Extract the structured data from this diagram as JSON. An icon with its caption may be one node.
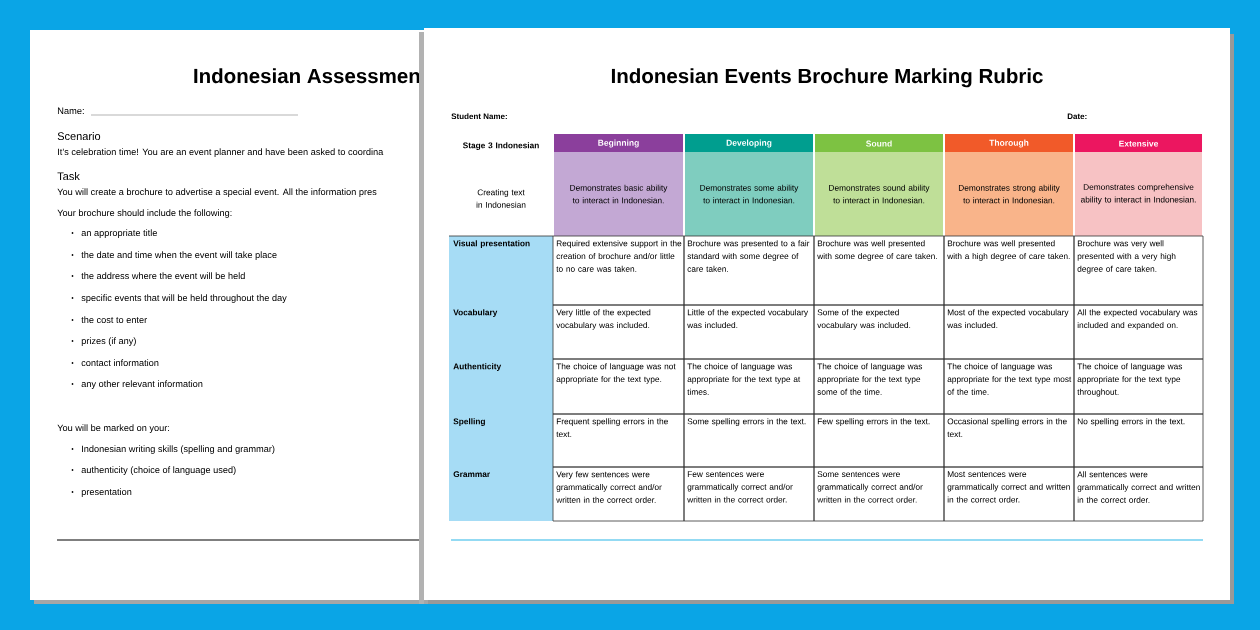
{
  "diagram": {
    "title": "Indonesian Events Brochure Marking Rubric",
    "labels": [
      "Indonesian Assessmen",
      "Name:",
      "Scenario",
      "It’s celebration time! You are an event planner and have been asked to coordina",
      "Task",
      "You will create a brochure to advertise a special event. All the information pres",
      "Your brochure should include the following:",
      "an appropriate title",
      "the date and time when the event will take place",
      "the address where the event will be held",
      "specific events that will be held throughout the day",
      "the cost to enter",
      "prizes (if any)",
      "contact information",
      "any other relevant information",
      "You will be marked on your:",
      "Indonesian writing skills (spelling and grammar)",
      "authenticity (choice of language used)",
      "presentation",
      "Student Name:",
      "Date:",
      "Stage 3 Indonesian",
      "Creating text in Indonesian",
      "Beginning",
      "Developing",
      "Sound",
      "Thorough",
      "Extensive",
      "Demonstrates basic ability to interact in Indonesian.",
      "Demonstrates some ability to interact in Indonesian.",
      "Demonstrates sound ability to interact in Indonesian.",
      "Demonstrates strong ability to interact in Indonesian.",
      "Demonstrates comprehensive ability to interact in Indonesian.",
      "Visual presentation",
      "Required extensive support in the creation of brochure and/or little to no care was taken.",
      "Brochure was presented to a fair standard with some degree of care taken.",
      "Brochure was well presented with some degree of care taken.",
      "Brochure was well presented with a high degree of care taken.",
      "Brochure was very well presented with a very high degree of care taken.",
      "Vocabulary",
      "Very little of the expected vocabulary was included.",
      "Little of the expected vocabulary was included.",
      "Some of the expected vocabulary was included.",
      "Most of the expected vocabulary was included.",
      "All the expected vocabulary was included and expanded on.",
      "Authenticity",
      "The choice of language was not appropriate for the text type.",
      "The choice of language was appropriate for the text type at times.",
      "The choice of language was appropriate for the text type some of the time.",
      "The choice of language was appropriate for the text type most of the time.",
      "The choice of language was appropriate for the text type throughout.",
      "Spelling",
      "Frequent spelling errors in the text.",
      "Some spelling errors in the text.",
      "Few spelling errors in the text.",
      "Occasional spelling errors in the text.",
      "No spelling errors in the text.",
      "Grammar",
      "Very few sentences were grammatically correct and/or written in the correct order.",
      "Few sentences were grammatically correct and/or written in the correct order.",
      "Some sentences were grammatically correct and/or written in the correct order.",
      "Most sentences were grammatically correct and written in the correct order.",
      "All sentences were grammatically correct and written in the correct order."
    ]
  }
}
